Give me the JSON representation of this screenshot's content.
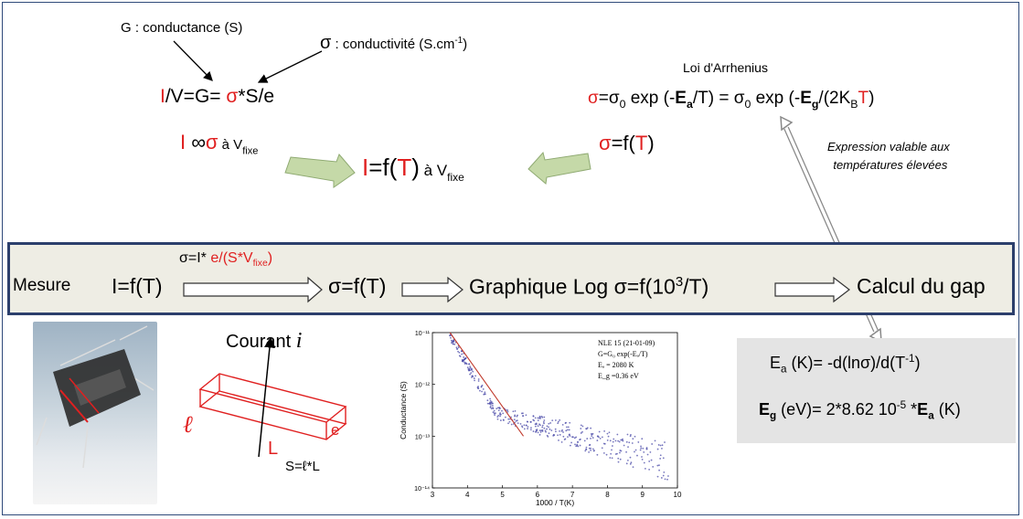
{
  "top_left": {
    "g_label": "G : conductance (S)",
    "sigma_label_prefix": "σ",
    "sigma_label_text": " : conductivité (S.cm",
    "sigma_label_sup": "-1",
    "sigma_label_close": ")",
    "ohm_I": "I",
    "ohm_mid": "/V=G= ",
    "ohm_sigma": "σ",
    "ohm_end": "*S/e",
    "prop_I": "I",
    "prop_symbol": " ∞",
    "prop_sigma": "σ",
    "prop_at": " à V",
    "prop_sub": "fixe"
  },
  "center": {
    "I": "I",
    "eq": "=f(",
    "T": "T",
    "close": ")",
    "at": " à V",
    "sub": "fixe"
  },
  "arrhenius": {
    "title": "Loi d'Arrhenius",
    "sigma": "σ",
    "eq1": "=σ",
    "sub0": "0",
    "exp1": " exp (-",
    "Ea": "E",
    "Ea_sub": "a",
    "mid": "/T) = σ",
    "sub0b": "0",
    "exp2": " exp (-",
    "Eg": "E",
    "Eg_sub": "g",
    "end1": "/(2K",
    "kb_sub": "B",
    "T": "T",
    "end2": ")",
    "sf_sigma": "σ",
    "sf_eq": "=f(",
    "sf_T": "T",
    "sf_close": ")",
    "note_line1": "Expression valable aux",
    "note_line2": "températures élevées"
  },
  "flow": {
    "mesure": "Mesure",
    "step1": "I=f(T)",
    "conv_prefix": "σ=I* ",
    "conv_red": "e/(S*V",
    "conv_sub": "fixe",
    "conv_close": ")",
    "step2": "σ=f(T)",
    "step3": "Graphique  Log σ=f(10",
    "step3_sup": "3",
    "step3_end": "/T)",
    "step4": "Calcul du gap"
  },
  "sample": {
    "courant": "Courant",
    "i_symbol": "i",
    "l_symbol": "ℓ",
    "L": "L",
    "e": "e",
    "S_formula": "S=ℓ*L"
  },
  "formulas": {
    "ea_E": "E",
    "ea_sub": "a",
    "ea_rest": " (K)= -d(lnσ)/d(T",
    "ea_sup": "-1",
    "ea_close": ")",
    "eg_E": "E",
    "eg_sub": "g",
    "eg_rest1": " (eV)= 2*8.62 10",
    "eg_sup": "-5",
    "eg_rest2": " *",
    "eg_E2": "E",
    "eg_sub2": "a",
    "eg_rest3": " (K)"
  },
  "chart_data": {
    "type": "scatter",
    "title": "",
    "xlabel": "1000 / T(K)",
    "ylabel": "Conductance (S)",
    "xlim": [
      3,
      10
    ],
    "ylim_log10": [
      -14,
      -11
    ],
    "x_ticks": [
      "3",
      "4",
      "5",
      "6",
      "7",
      "8",
      "9",
      "10"
    ],
    "y_ticks": [
      "10⁻¹¹",
      "10⁻¹²",
      "10⁻¹³",
      "10⁻¹⁴"
    ],
    "annotations": [
      "NLE 15 (21-01-09)",
      "G=G₀ exp(-Eₐ/T)",
      "Eₐ = 2080 K",
      "E_g =0.36 eV"
    ],
    "fit_line": {
      "x": [
        3.5,
        5.6
      ],
      "log10_y": [
        -11.0,
        -13.0
      ]
    },
    "fit_color": "#c0392b",
    "point_color": "#4a4aa8"
  },
  "colors": {
    "accent_red": "#e02020",
    "frame_blue": "#2f4a7a",
    "arrow_green": "#c5d9a8"
  }
}
